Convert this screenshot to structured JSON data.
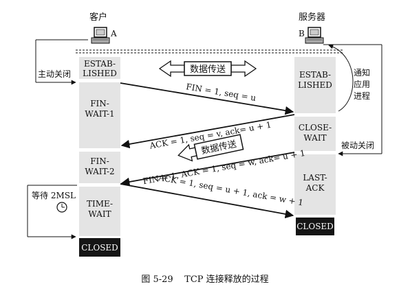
{
  "client": {
    "title": "客户",
    "host": "A"
  },
  "server": {
    "title": "服务器",
    "host": "B"
  },
  "client_states": [
    {
      "lines": [
        "ESTAB-",
        "LISHED"
      ]
    },
    {
      "lines": [
        "FIN-",
        "WAIT-1"
      ]
    },
    {
      "lines": [
        "FIN-",
        "WAIT-2"
      ]
    },
    {
      "lines": [
        "TIME-",
        "WAIT"
      ]
    },
    {
      "lines": [
        "CLOSED"
      ]
    }
  ],
  "server_states": [
    {
      "lines": [
        "ESTAB-",
        "LISHED"
      ]
    },
    {
      "lines": [
        "CLOSE-",
        "WAIT"
      ]
    },
    {
      "lines": [
        "LAST-",
        "ACK"
      ]
    },
    {
      "lines": [
        "CLOSED"
      ]
    }
  ],
  "messages": {
    "fin1": "FIN = 1, seq = u",
    "ack1": "ACK = 1, seq = v, ack= u + 1",
    "fin2": "FIN = 1, ACK = 1, seq = w, ack= u + 1",
    "ack2": "ACK = 1, seq = u + 1, ack = w + 1"
  },
  "data_transfer_1": "数据传送",
  "data_transfer_2": "数据传送",
  "labels": {
    "active_close": "主动关闭",
    "notify_app": [
      "通知",
      "应用",
      "进程"
    ],
    "passive_close": "被动关闭",
    "wait_2msl": "等待 2MSL",
    "clock_icon": "clock-icon"
  },
  "caption": "图 5-29    TCP 连接释放的过程",
  "colors": {
    "state_fill": "#e4e4e4",
    "closed_fill": "#151515",
    "closed_text": "#ffffff"
  }
}
